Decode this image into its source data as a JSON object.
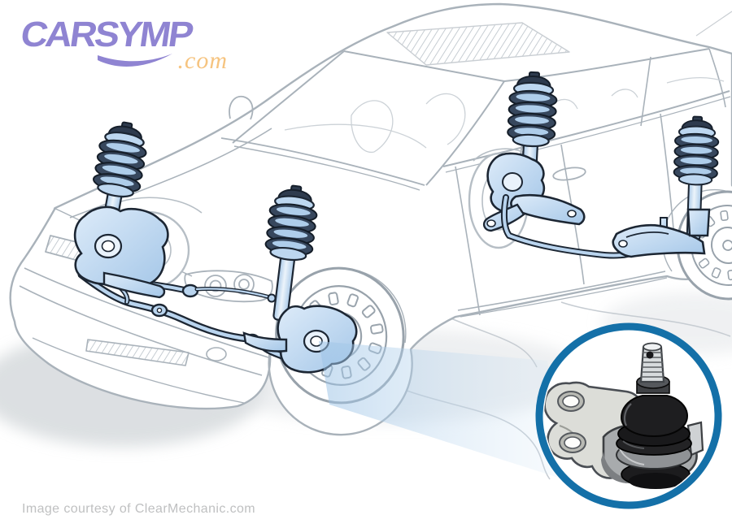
{
  "logo": {
    "brand": "CARSYMP",
    "suffix": ".com",
    "brand_color": "#8f84d2",
    "suffix_color": "#f6c480"
  },
  "footer": {
    "credit": "Image courtesy of ClearMechanic.com",
    "text_color": "#bfc0c1"
  },
  "illustration": {
    "type": "technical-diagram",
    "subject": "Sedan cutaway line art showing suspension system with magnified ball joint callout",
    "car_outline_color": "#a9b2ba",
    "highlight_part_color": "#b9d4ee",
    "highlight_outline_color": "#1c2633",
    "callout_ring_color": "#1470a8",
    "beam_color": "#9cc3e6",
    "components": [
      "front-left strut and coil spring",
      "front-left steering knuckle",
      "front-right strut and coil spring",
      "front-right steering knuckle",
      "front sway bar and tie rods",
      "rear-left strut and coil spring",
      "rear-left knuckle and control arms",
      "rear-right strut and coil spring",
      "rear-right lower control arm",
      "rear sway bar"
    ],
    "callout_part": "ball joint"
  }
}
